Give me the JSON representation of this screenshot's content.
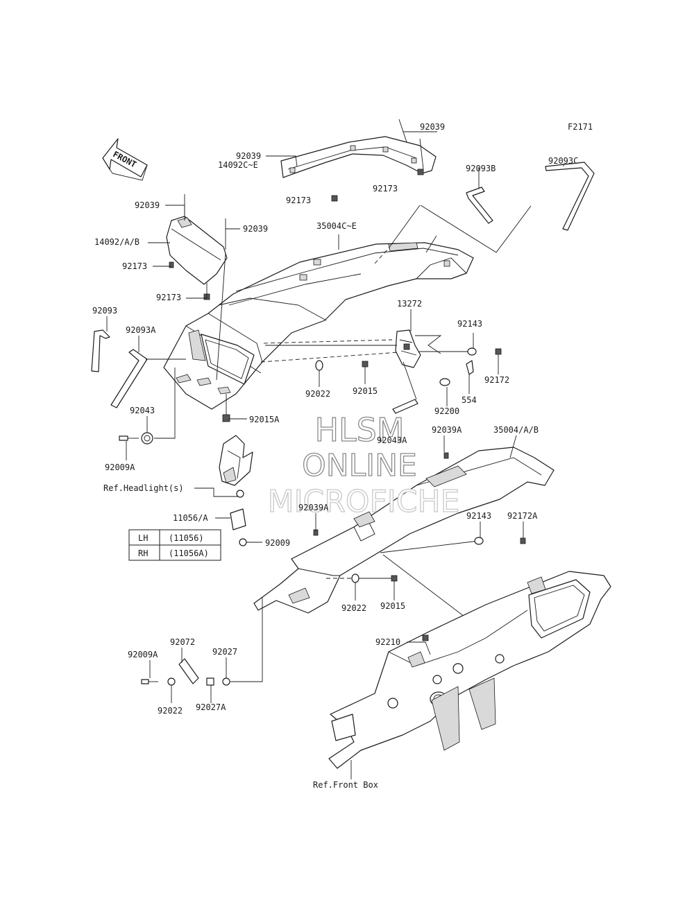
{
  "figure_code": "F2171",
  "front_arrow": "FRONT",
  "watermark": {
    "line1": "HLSM",
    "line2": "ONLINE",
    "line3": "MICROFICHE"
  },
  "table": {
    "rows": [
      {
        "side": "LH",
        "part": "(11056)"
      },
      {
        "side": "RH",
        "part": "(11056A)"
      }
    ]
  },
  "labels": {
    "p92039_top": "92039",
    "p92039_a": "92039",
    "p14092CE": "14092C~E",
    "p92173_a": "92173",
    "p92173_b": "92173",
    "p92093B": "92093B",
    "p92093C": "92093C",
    "p92039_left": "92039",
    "p92039_mid": "92039",
    "p35004CE": "35004C~E",
    "p14092AB": "14092/A/B",
    "p92173_c": "92173",
    "p92173_d": "92173",
    "p92093": "92093",
    "p92093A": "92093A",
    "p13272": "13272",
    "p92143_a": "92143",
    "p92172": "92172",
    "p554": "554",
    "p92022_a": "92022",
    "p92015": "92015",
    "p92200": "92200",
    "p92043": "92043",
    "p92015A": "92015A",
    "p92043A": "92043A",
    "p92009A_a": "92009A",
    "p92039A_a": "92039A",
    "p35004AB": "35004/A/B",
    "ref_headlight": "Ref.Headlight(s)",
    "p11056A": "11056/A",
    "p92039A_b": "92039A",
    "p92143_b": "92143",
    "p92172A": "92172A",
    "p92009": "92009",
    "p92022_b": "92022",
    "p92015_b": "92015",
    "p92210": "92210",
    "p92072": "92072",
    "p92027": "92027",
    "p92009A_b": "92009A",
    "p92022_c": "92022",
    "p92027A": "92027A",
    "ref_front_box": "Ref.Front Box"
  }
}
